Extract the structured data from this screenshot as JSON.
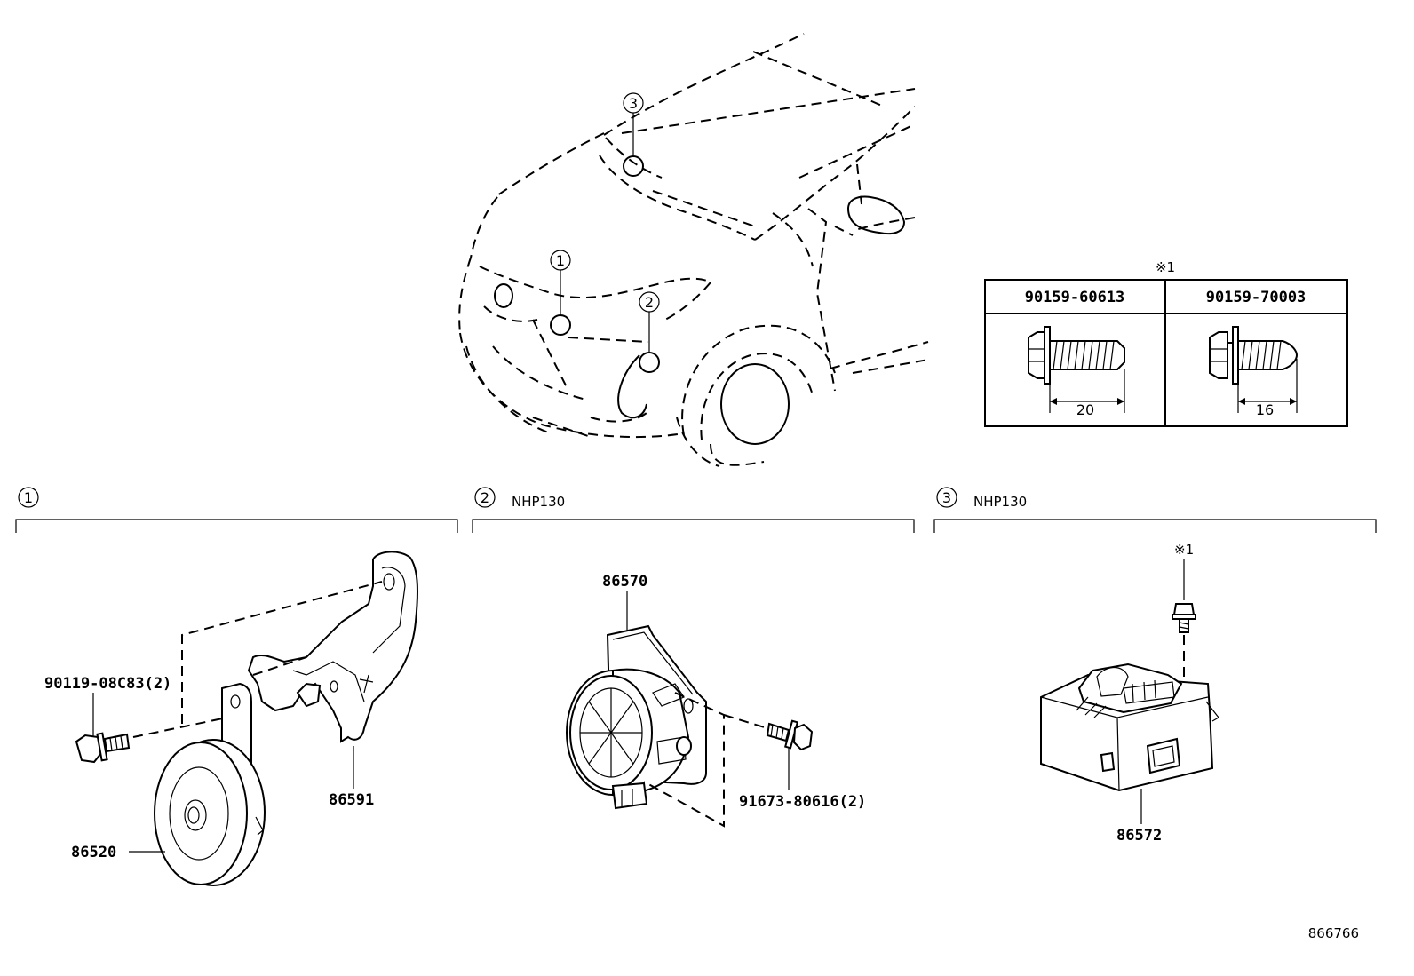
{
  "car_view": {
    "callouts": [
      "1",
      "2",
      "3"
    ]
  },
  "bolt_table": {
    "note_mark": "※1",
    "columns": [
      {
        "part_no": "90159-60613",
        "length": "20"
      },
      {
        "part_no": "90159-70003",
        "length": "16"
      }
    ]
  },
  "sections": [
    {
      "index": "1",
      "variant": ""
    },
    {
      "index": "2",
      "variant": "NHP130"
    },
    {
      "index": "3",
      "variant": "NHP130"
    }
  ],
  "parts": {
    "s1_bolt": "90119-08C83(2)",
    "s1_bracket": "86591",
    "s1_horn": "86520",
    "s2_speaker": "86570",
    "s2_bolt": "91673-80616(2)",
    "s3_note": "※1",
    "s3_module": "86572"
  },
  "figure_id": "866766"
}
